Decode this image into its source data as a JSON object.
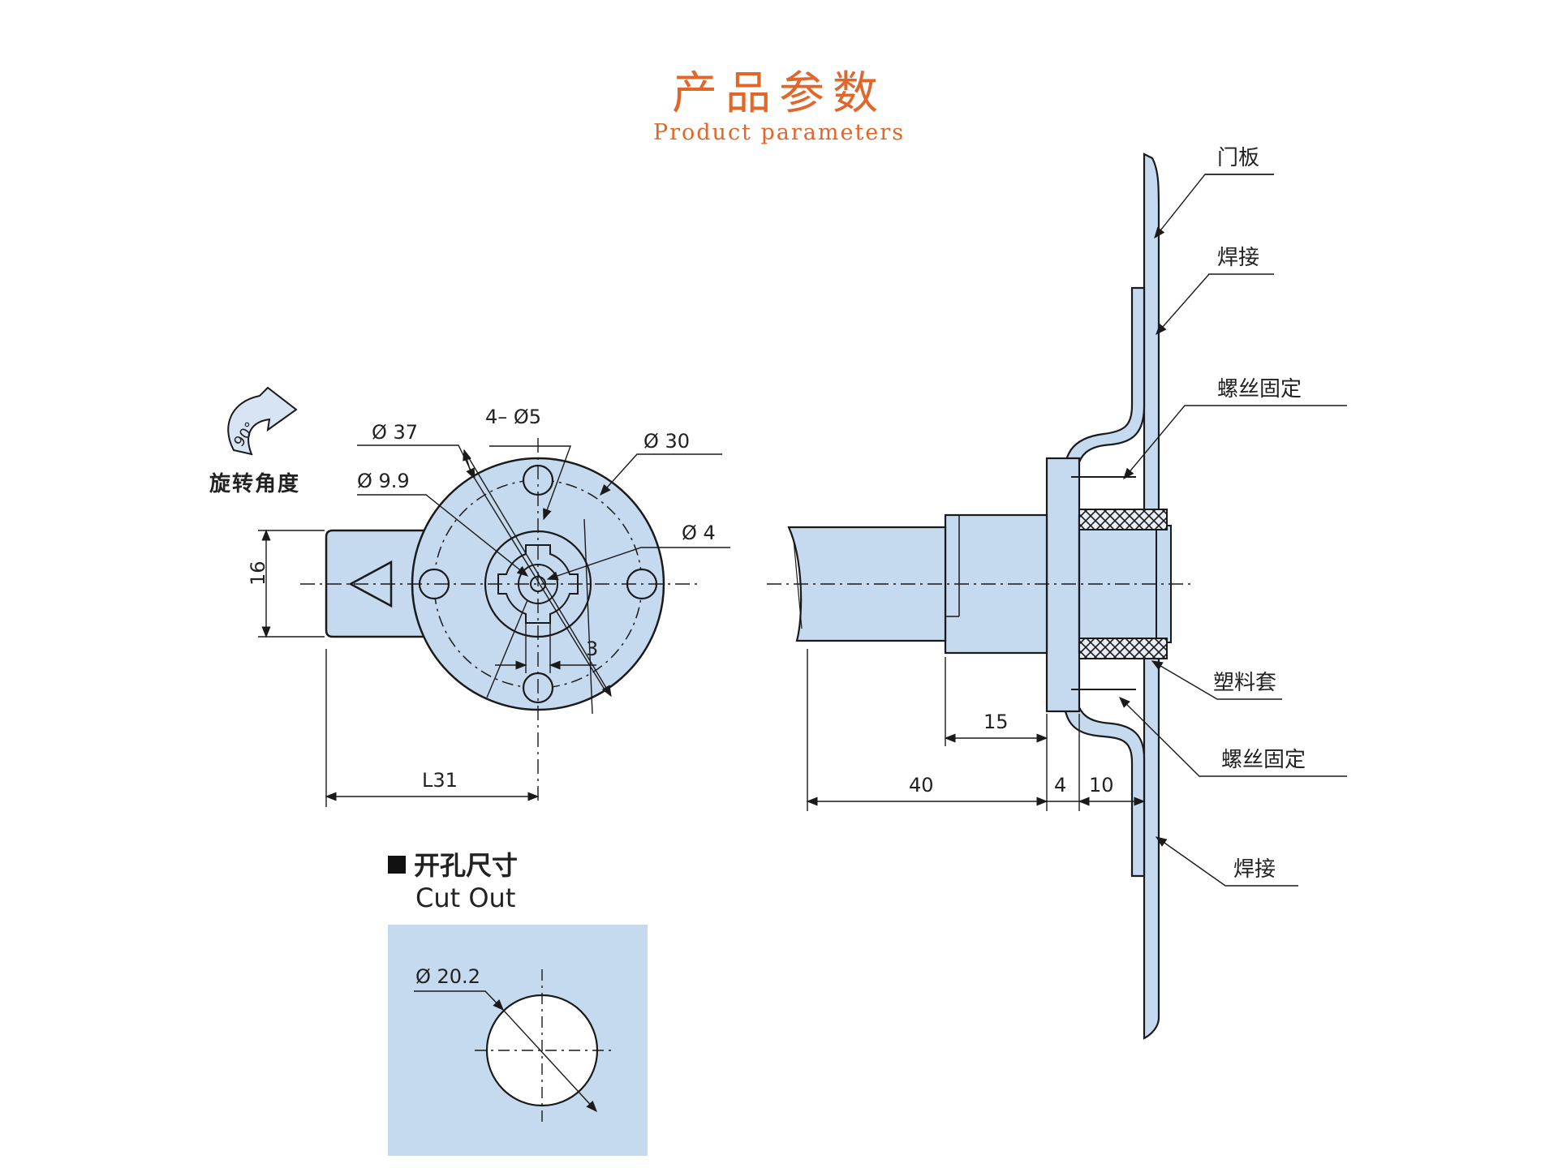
{
  "header": {
    "title_cn": "产品参数",
    "title_en": "Product parameters"
  },
  "front_view": {
    "rotation": "90°",
    "rotation_label": "旋转角度",
    "dim_d37": "Ø 37",
    "dim_4xd5": "4– Ø5",
    "dim_d30": "Ø 30",
    "dim_d9_9": "Ø 9.9",
    "dim_d4": "Ø 4",
    "dim_16": "16",
    "dim_3": "3",
    "dim_l31": "L31"
  },
  "side_view": {
    "labels": [
      "门板",
      "焊接",
      "螺丝固定",
      "塑料套",
      "螺丝固定",
      "焊接"
    ],
    "dim_15": "15",
    "dim_40": "40",
    "dim_4": "4",
    "dim_10": "10"
  },
  "cutout": {
    "title_cn": "开孔尺寸",
    "title_en": "Cut Out",
    "dim_d20_2": "Ø 20.2"
  },
  "colors": {
    "accent": "#e0662a",
    "part_fill": "#c5d9ef",
    "line": "#1a1a1a"
  }
}
